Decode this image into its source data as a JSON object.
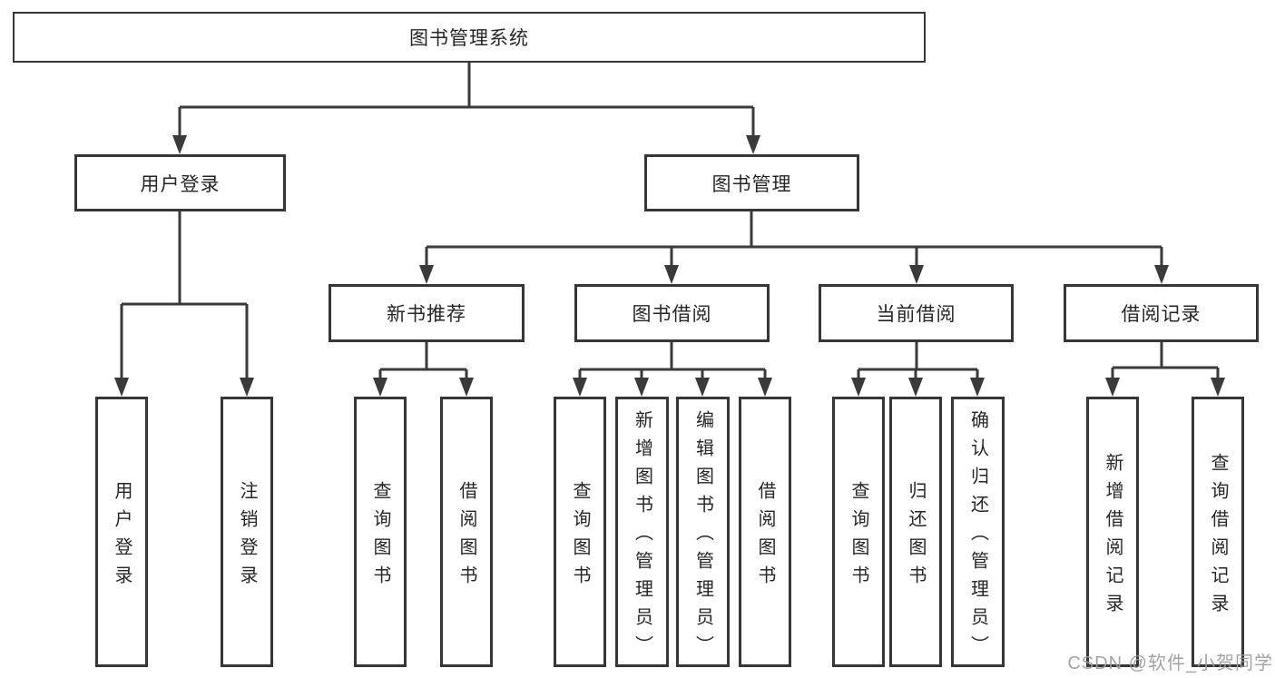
{
  "diagram_type": "functional-structure-tree",
  "colors": {
    "line": "#3a3a3a",
    "border": "#363636",
    "text": "#262626",
    "watermark": "#9c9c9c",
    "background": "#ffffff"
  },
  "tree": {
    "root": {
      "label": "图书管理系统",
      "children": [
        {
          "label": "用户登录",
          "children": [
            {
              "label": "用户登录"
            },
            {
              "label": "注销登录"
            }
          ]
        },
        {
          "label": "图书管理",
          "children": [
            {
              "label": "新书推荐",
              "children": [
                {
                  "label": "查询图书"
                },
                {
                  "label": "借阅图书"
                }
              ]
            },
            {
              "label": "图书借阅",
              "children": [
                {
                  "label": "查询图书"
                },
                {
                  "label": "新增图书（管理员）"
                },
                {
                  "label": "编辑图书（管理员）"
                },
                {
                  "label": "借阅图书"
                }
              ]
            },
            {
              "label": "当前借阅",
              "children": [
                {
                  "label": "查询图书"
                },
                {
                  "label": "归还图书"
                },
                {
                  "label": "确认归还（管理员）"
                }
              ]
            },
            {
              "label": "借阅记录",
              "children": [
                {
                  "label": "新增借阅记录"
                },
                {
                  "label": "查询借阅记录"
                }
              ]
            }
          ]
        }
      ]
    }
  },
  "watermark": {
    "text": "CSDN @软件_小贺同学"
  }
}
